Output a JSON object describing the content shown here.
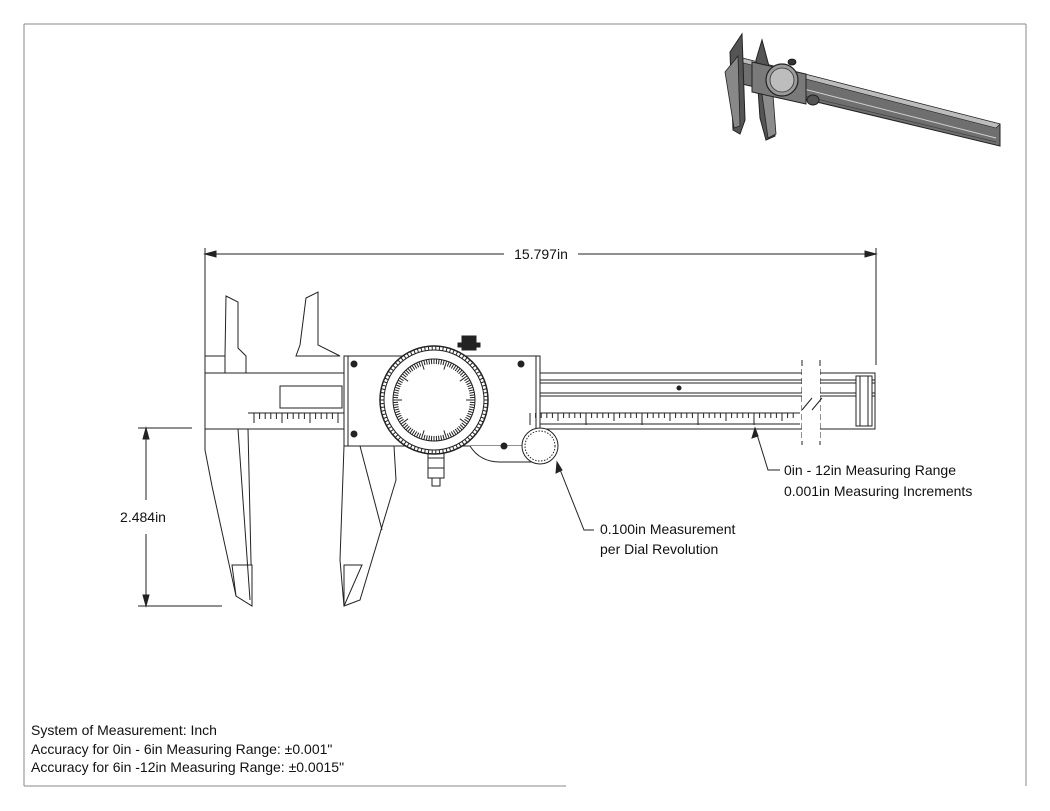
{
  "dimensions": {
    "overall_length": "15.797in",
    "jaw_depth": "2.484in"
  },
  "callouts": {
    "range": {
      "line1": "0in - 12in Measuring Range",
      "line2": "0.001in Measuring Increments"
    },
    "dial": {
      "line1": "0.100in Measurement",
      "line2": "per Dial Revolution"
    }
  },
  "specs": [
    "System of Measurement: Inch",
    "Accuracy for 0in - 6in Measuring Range: ±0.001\"",
    "Accuracy for 6in -12in Measuring Range: ±0.0015\""
  ],
  "colors": {
    "line": "#222222",
    "dark_part": "#2a2a2a",
    "mid_gray": "#8a8a8a",
    "light_gray": "#c8c8c8"
  }
}
